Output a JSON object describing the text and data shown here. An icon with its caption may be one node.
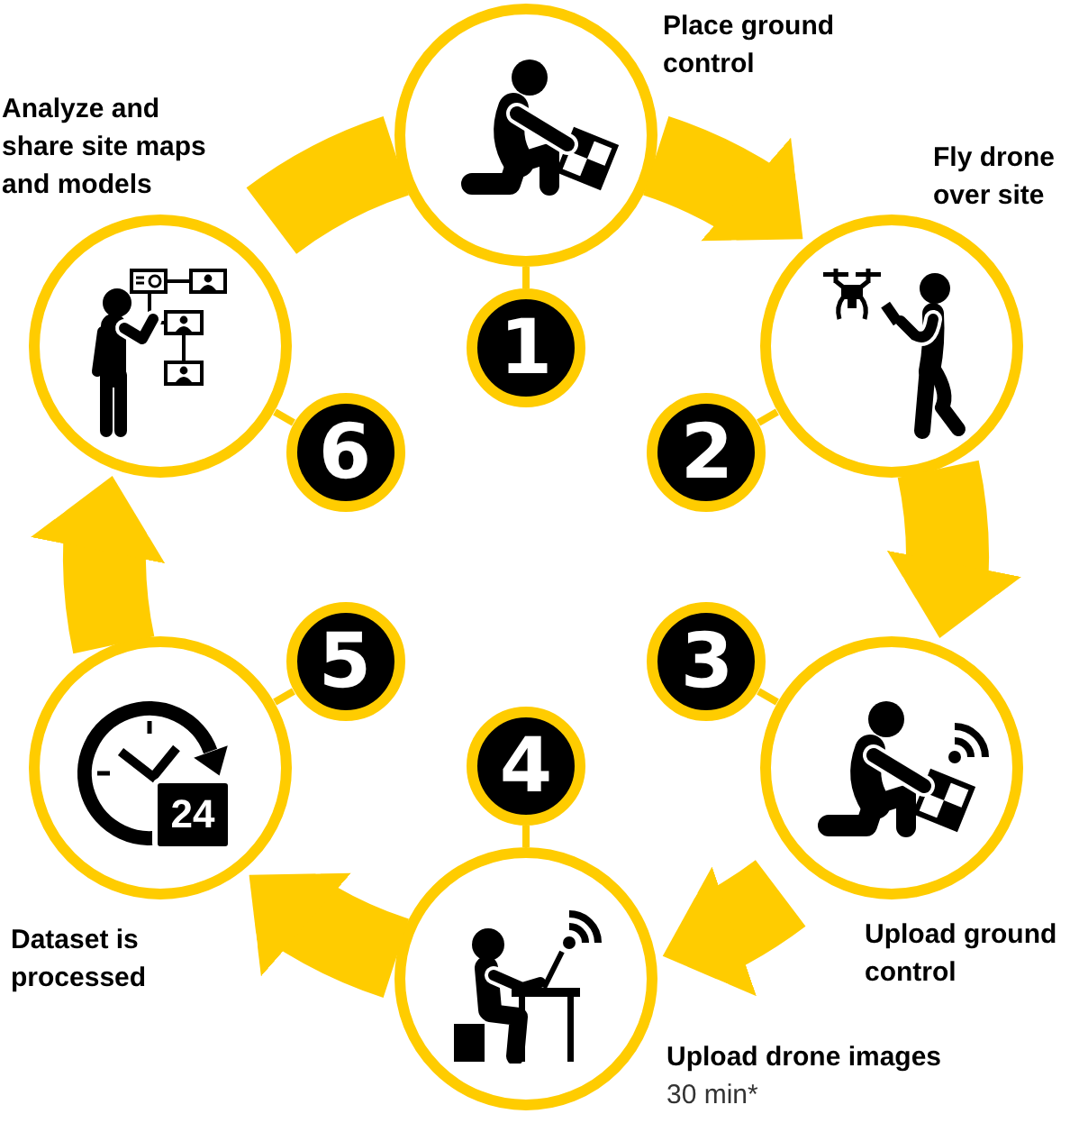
{
  "diagram": {
    "nodes": [
      {
        "text": [],
        "shape": "picture",
        "beside": [
          "Place ground control"
        ]
      },
      {
        "text": [
          "1"
        ]
      },
      {
        "text": [],
        "shape": "picture",
        "beside": [
          "Fly drone over site"
        ]
      },
      {
        "text": [
          "2"
        ]
      },
      {
        "text": [],
        "shape": "picture",
        "beside": [
          "Upload ground control"
        ]
      },
      {
        "text": [
          "3"
        ]
      },
      {
        "text": [],
        "shape": "picture",
        "beside": [
          "Upload drone images",
          "30 min*"
        ]
      },
      {
        "text": [
          "4"
        ]
      },
      {
        "text": [],
        "shape": "picture",
        "beside": [
          "Dataset is processed"
        ]
      },
      {
        "text": [
          "5"
        ]
      },
      {
        "text": [],
        "shape": "picture",
        "beside": [
          "Analyze and share site maps and models"
        ]
      },
      {
        "text": [
          "6"
        ]
      }
    ],
    "edges": [
      {
        "from": 0,
        "to": 2,
        "arrow": "to",
        "style": "thick"
      },
      {
        "from": 2,
        "to": 4,
        "arrow": "to",
        "style": "thick"
      },
      {
        "from": 4,
        "to": 6,
        "arrow": "to",
        "style": "thick"
      },
      {
        "from": 6,
        "to": 8,
        "arrow": "to",
        "style": "thick"
      },
      {
        "from": 8,
        "to": 10,
        "arrow": "to",
        "style": "thick"
      },
      {
        "from": 10,
        "to": 0,
        "arrow": "none",
        "style": "thick"
      },
      {
        "from": 0,
        "to": 1,
        "arrow": "none"
      },
      {
        "from": 2,
        "to": 3,
        "arrow": "none"
      },
      {
        "from": 4,
        "to": 5,
        "arrow": "none"
      },
      {
        "from": 6,
        "to": 7,
        "arrow": "none"
      },
      {
        "from": 8,
        "to": 9,
        "arrow": "none"
      },
      {
        "from": 10,
        "to": 11,
        "arrow": "none"
      }
    ],
    "labels": [
      "24"
    ]
  }
}
